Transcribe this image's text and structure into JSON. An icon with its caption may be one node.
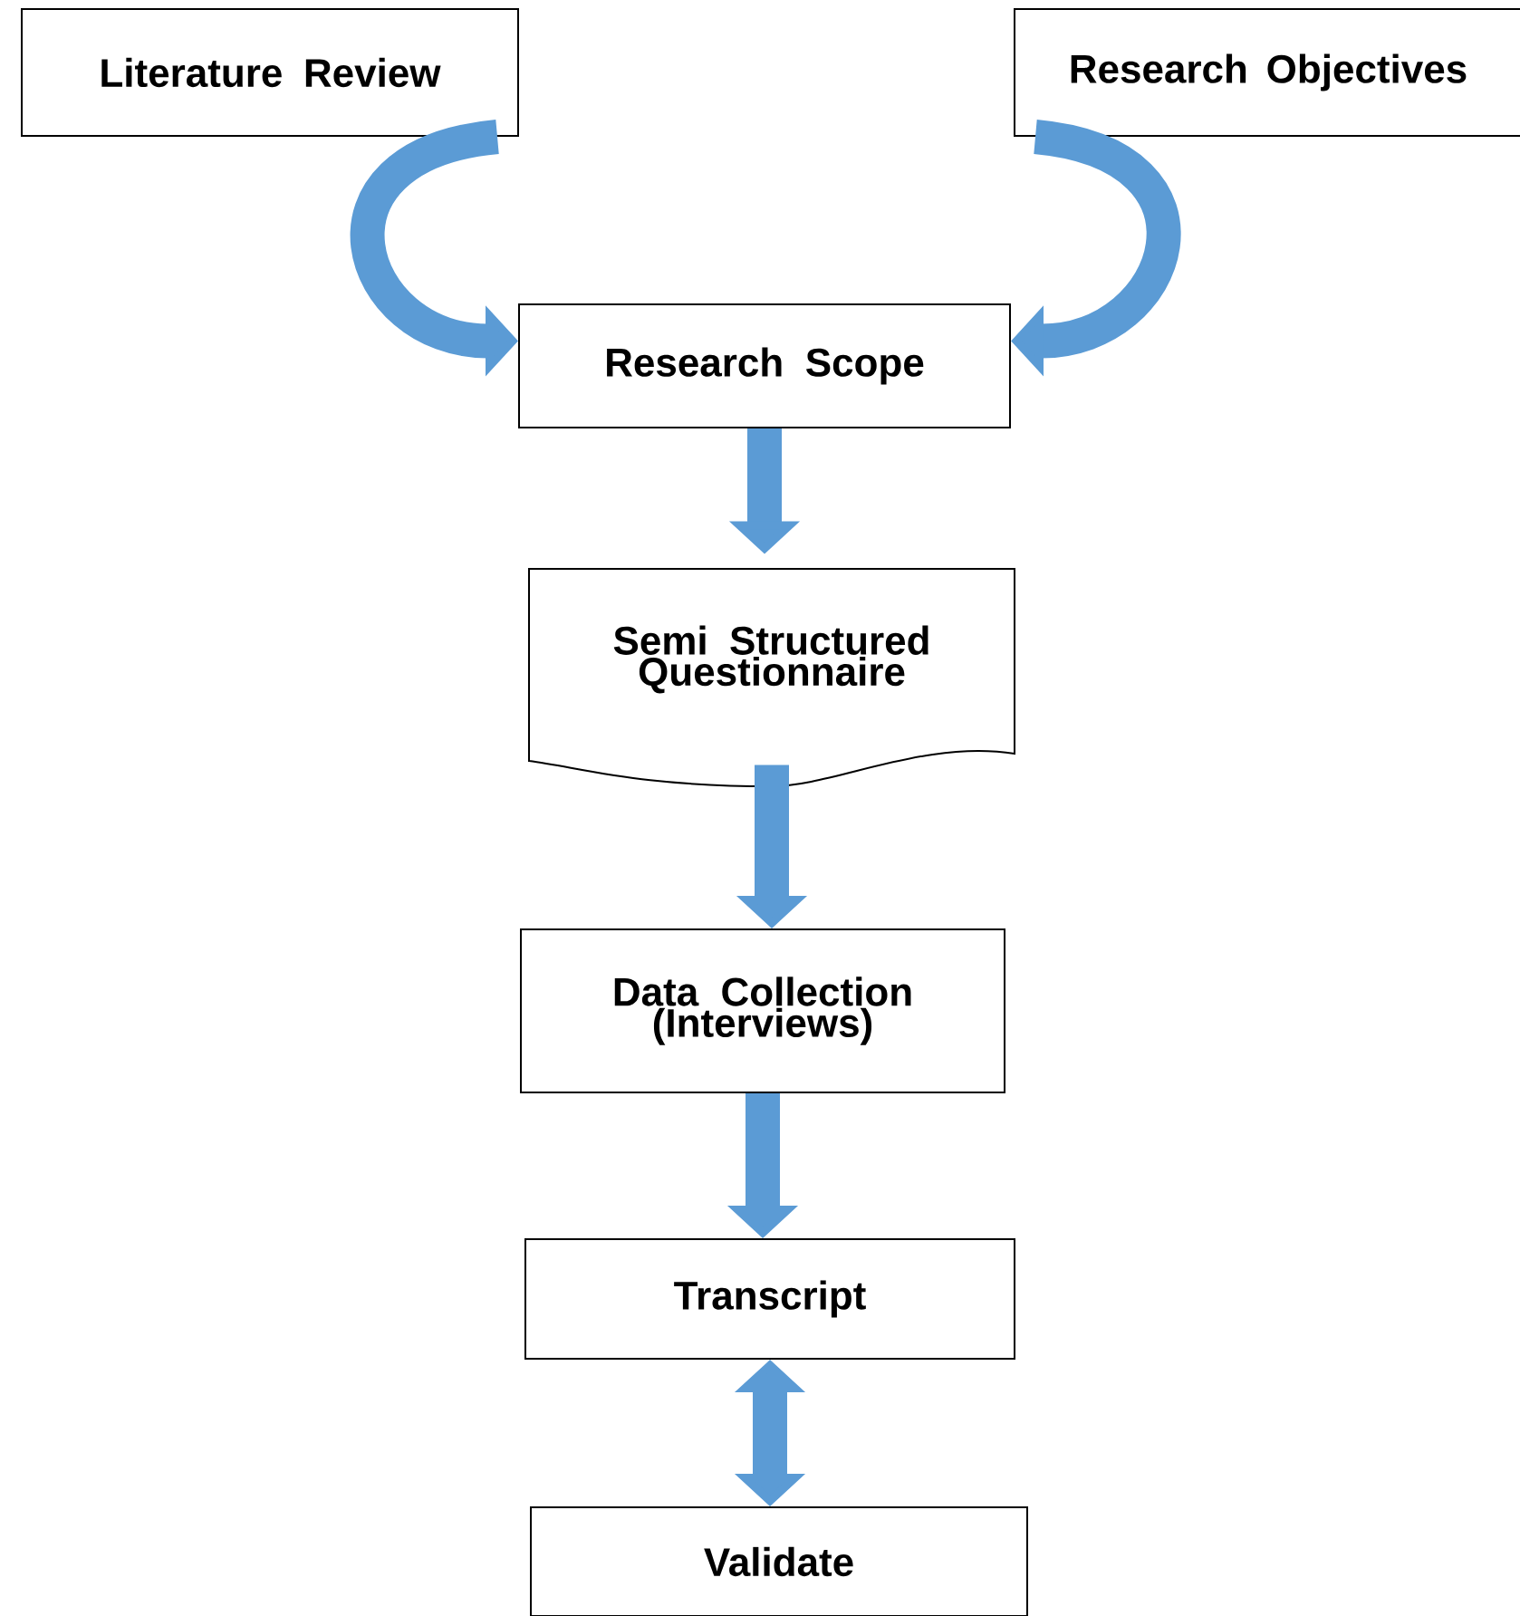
{
  "diagram": {
    "nodes": [
      {
        "text": [
          "Literature Review"
        ]
      },
      {
        "text": [
          "Research Objectives"
        ]
      },
      {
        "text": [
          "Research Scope"
        ]
      },
      {
        "text": [
          "Semi Structured Questionnaire"
        ]
      },
      {
        "text": [
          "Data Collection (Interviews)"
        ]
      },
      {
        "text": [
          "Transcript"
        ]
      },
      {
        "text": [
          "Validate"
        ]
      }
    ],
    "edges": [
      {
        "from": 0,
        "to": 2,
        "arrow": "to"
      },
      {
        "from": 1,
        "to": 2,
        "arrow": "to"
      },
      {
        "from": 2,
        "to": 3,
        "arrow": "to"
      },
      {
        "from": 3,
        "to": 4,
        "arrow": "to"
      },
      {
        "from": 4,
        "to": 5,
        "arrow": "to"
      },
      {
        "from": 5,
        "to": 6,
        "arrow": "both"
      }
    ]
  }
}
